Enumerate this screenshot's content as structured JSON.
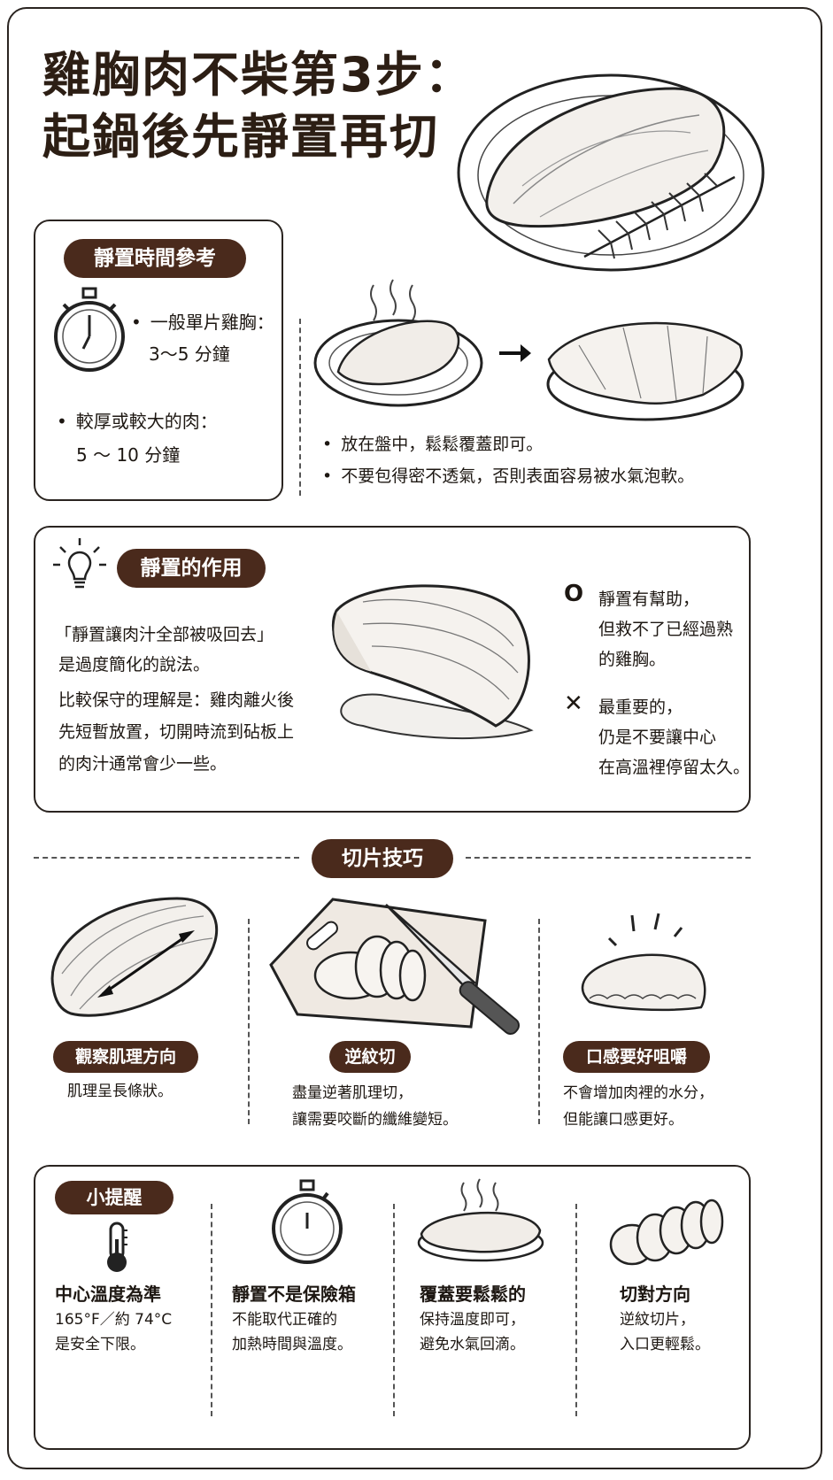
{
  "title": {
    "line1": "雞胸肉不柴第3步：",
    "line2": "起鍋後先靜置再切"
  },
  "rest_time": {
    "heading": "靜置時間參考",
    "item1_label": "一般單片雞胸：",
    "item1_value": "3～5 分鐘",
    "item2_label": "較厚或較大的肉：",
    "item2_value": "5 ～ 10 分鐘"
  },
  "cover_tips": {
    "tip1": "放在盤中，鬆鬆覆蓋即可。",
    "tip2": "不要包得密不透氣，否則表面容易被水氣泡軟。"
  },
  "effect": {
    "heading": "靜置的作用",
    "para1_line1": "「靜置讓肉汁全部被吸回去」",
    "para1_line2": "是過度簡化的說法。",
    "para2_line1": "比較保守的理解是：雞肉離火後",
    "para2_line2": "先短暫放置，切開時流到砧板上",
    "para2_line3": "的肉汁通常會少一些。",
    "good_mark": "O",
    "good_line1": "靜置有幫助，",
    "good_line2": "但救不了已經過熟",
    "good_line3": "的雞胸。",
    "bad_mark": "✕",
    "bad_line1": "最重要的，",
    "bad_line2": "仍是不要讓中心",
    "bad_line3": "在高溫裡停留太久。"
  },
  "slicing": {
    "heading": "切片技巧",
    "col1_title": "觀察肌理方向",
    "col1_text": "肌理呈長條狀。",
    "col2_title": "逆紋切",
    "col2_line1": "盡量逆著肌理切，",
    "col2_line2": "讓需要咬斷的纖維變短。",
    "col3_title": "口感要好咀嚼",
    "col3_line1": "不會增加肉裡的水分，",
    "col3_line2": "但能讓口感更好。"
  },
  "reminder": {
    "heading": "小提醒",
    "t1_title": "中心溫度為準",
    "t1_line1": "165°F／約 74°C",
    "t1_line2": "是安全下限。",
    "t2_title": "靜置不是保險箱",
    "t2_line1": "不能取代正確的",
    "t2_line2": "加熱時間與溫度。",
    "t3_title": "覆蓋要鬆鬆的",
    "t3_line1": "保持溫度即可，",
    "t3_line2": "避免水氣回滴。",
    "t4_title": "切對方向",
    "t4_line1": "逆紋切片，",
    "t4_line2": "入口更輕鬆。"
  },
  "icons": [
    "stopwatch-icon",
    "arrow-right-icon",
    "lightbulb-icon",
    "thermometer-icon"
  ],
  "colors": {
    "accent": "#4a2a1c",
    "ink": "#1d1712",
    "title": "#2c1e14"
  }
}
